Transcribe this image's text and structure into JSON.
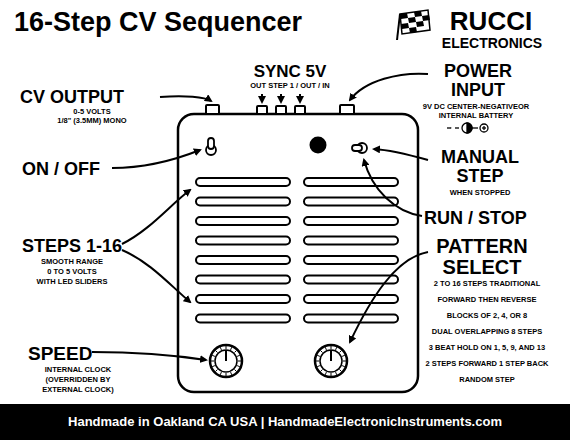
{
  "diagram": {
    "title": "16-Step CV Sequencer",
    "caption": "Handmade in Oakland CA USA | HandmadeElectronicInstruments.com",
    "labels": [
      "RUCCI",
      "ELECTRONICS",
      "SYNC 5V",
      "OUT STEP 1 / OUT / IN",
      "POWER INPUT",
      "9V DC CENTER-NEGATIVEOR",
      "INTERNAL BATTERY",
      "CV OUTPUT",
      "0-5 VOLTS",
      "1/8\" (3.5MM) MONO",
      "ON / OFF",
      "MANUAL STEP",
      "WHEN STOPPED",
      "RUN / STOP",
      "STEPS 1-16",
      "SMOOTH RANGE",
      "0 TO 5 VOLTS",
      "WITH LED SLIDERS",
      "PATTERN SELECT",
      "2 TO 16 STEPS TRADITIONAL",
      "FORWARD THEN REVERSE",
      "BLOCKS OF 2, 4, OR 8",
      "DUAL OVERLAPPING 8 STEPS",
      "3 BEAT HOLD ON 1, 5, 9, AND 13",
      "2 STEPS FORWARD 1 STEP BACK",
      "RANDOM STEP",
      "SPEED",
      "INTERNAL CLOCK",
      "(OVERRIDDEN BY",
      "EXTERNAL CLOCK)"
    ]
  }
}
